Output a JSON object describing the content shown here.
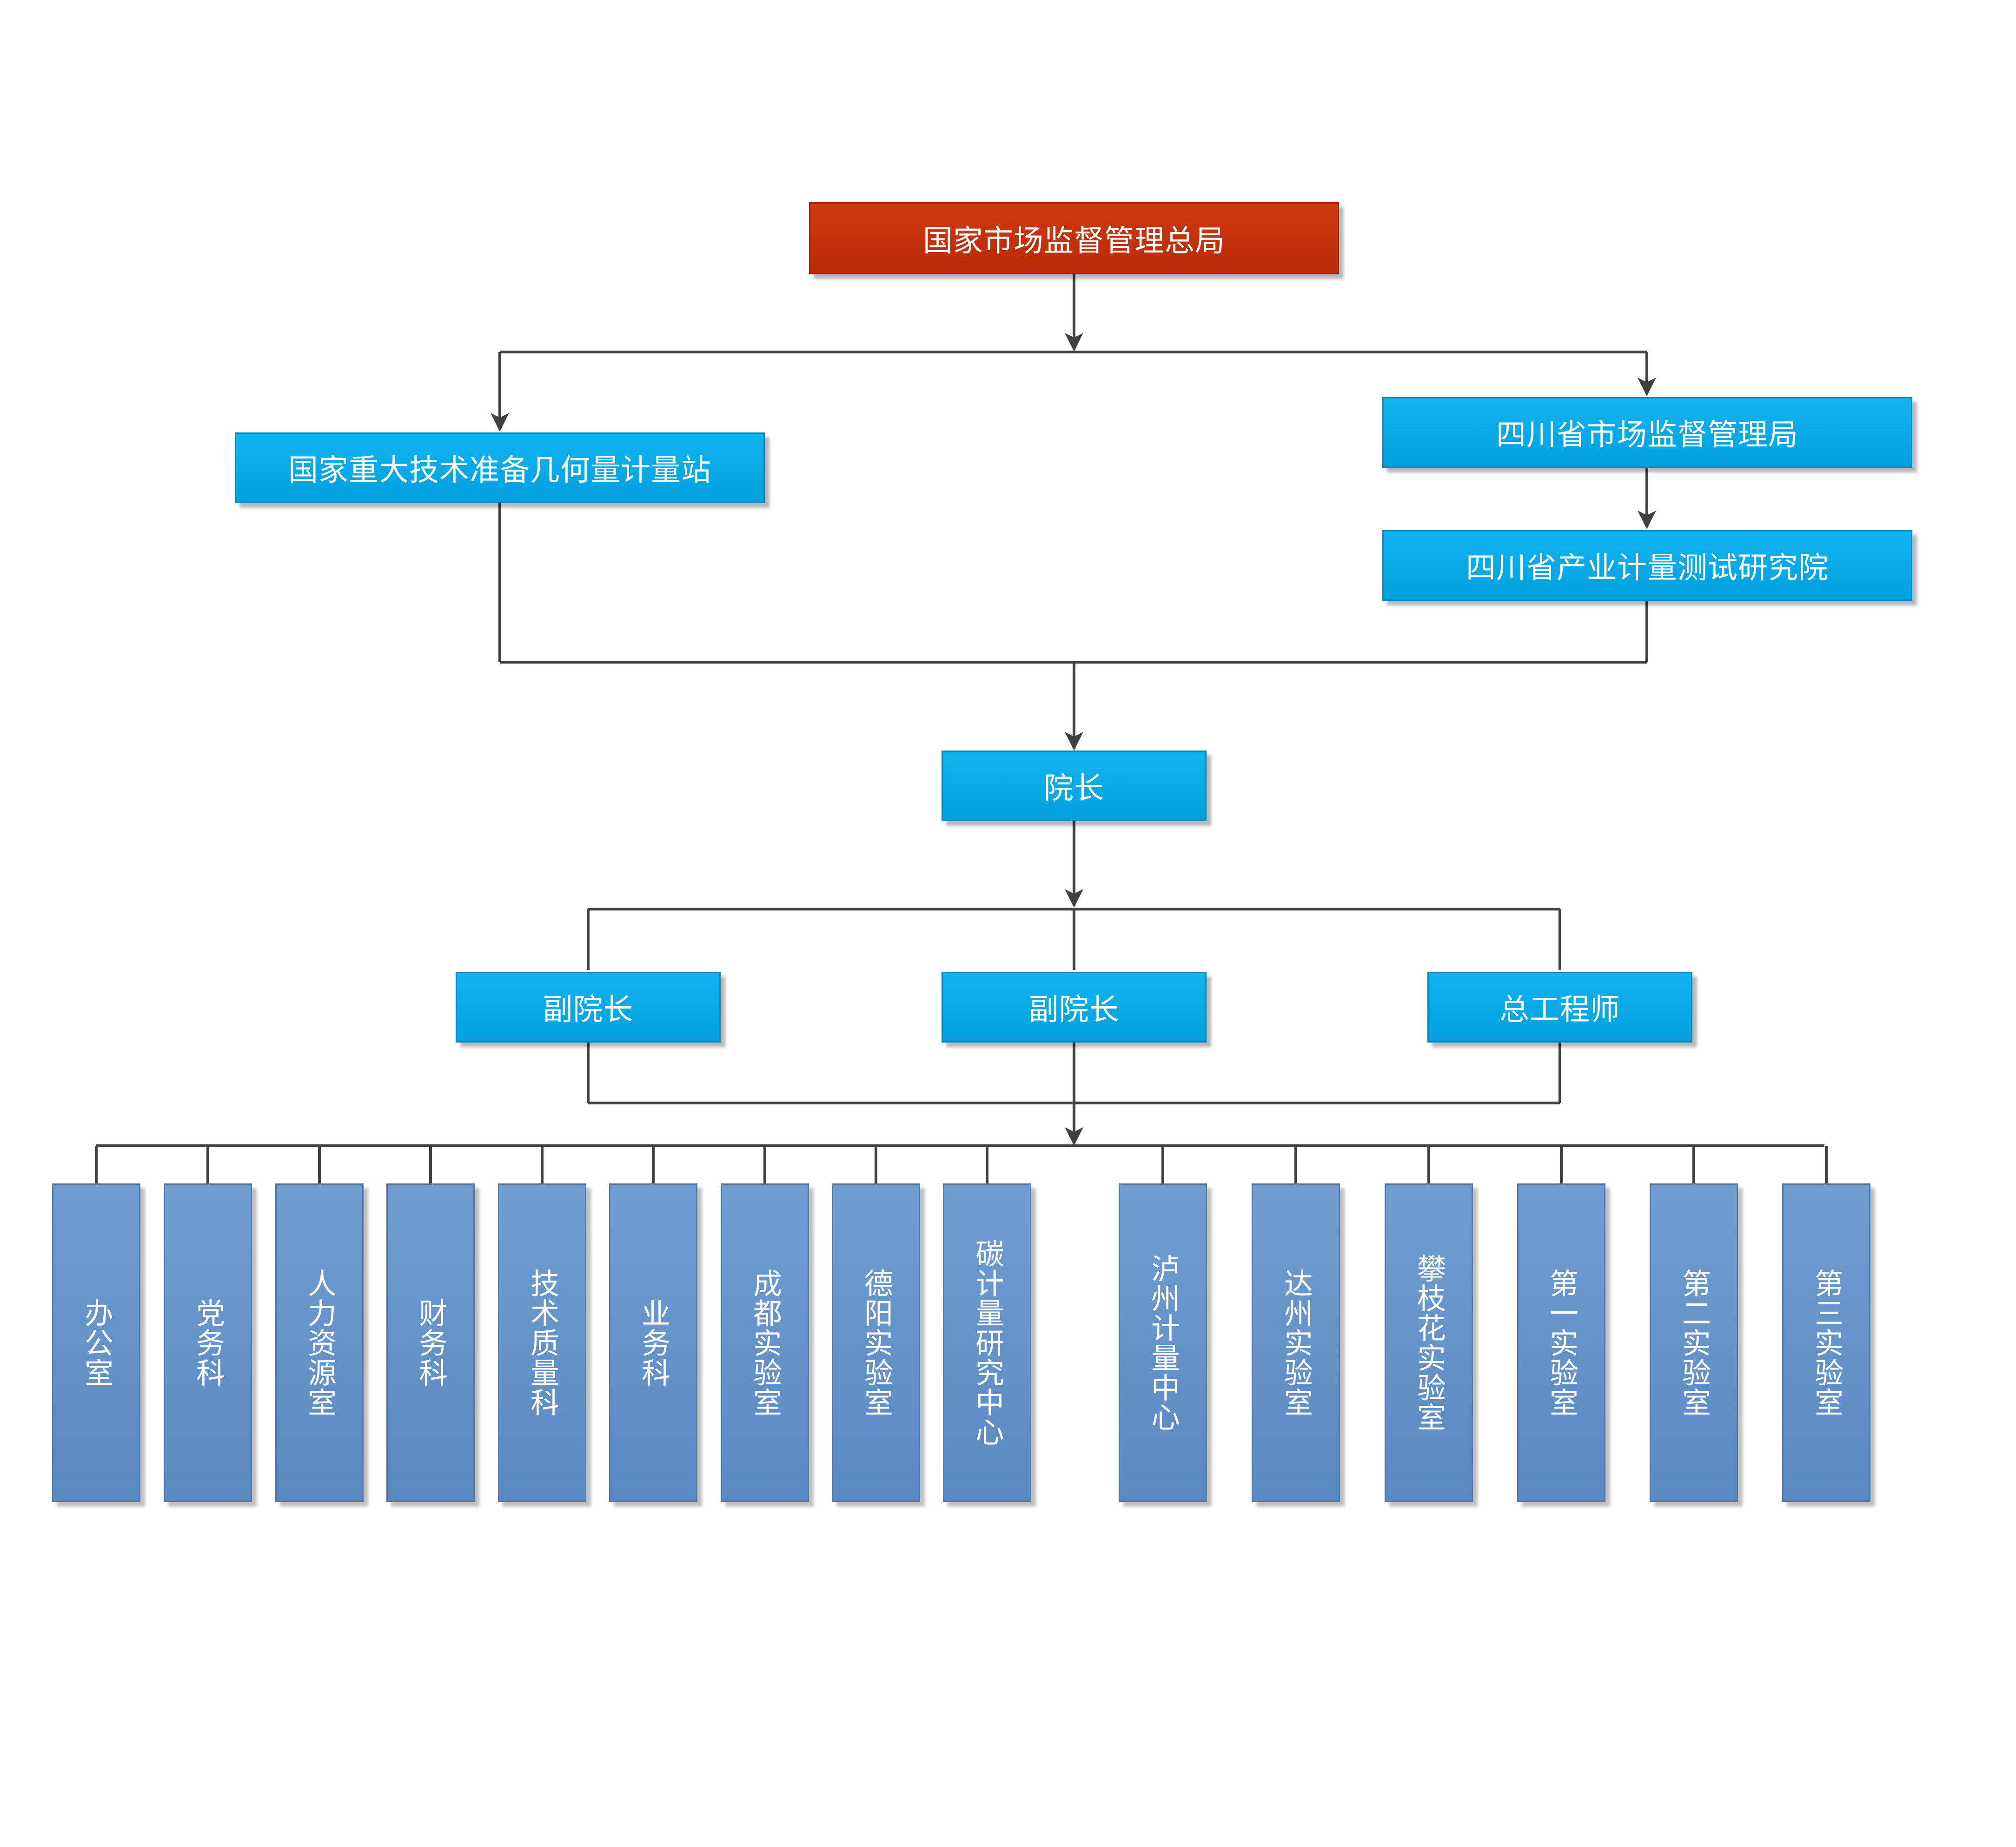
{
  "org": {
    "top": "国家市场监督管理总局",
    "left_branch": "国家重大技术准备几何量计量站",
    "right_branch": "四川省市场监督管理局",
    "institute": "四川省产业计量测试研究院",
    "president": "院长",
    "vice_president_1": "副院长",
    "vice_president_2": "副院长",
    "chief_engineer": "总工程师"
  },
  "departments": [
    "办公室",
    "党务科",
    "人力资源室",
    "财务科",
    "技术质量科",
    "业务科",
    "成都实验室",
    "德阳实验室",
    "碳计量研究中心",
    "泸州计量中心",
    "达州实验室",
    "攀枝花实验室",
    "第一实验室",
    "第二实验室",
    "第三实验室"
  ],
  "colors": {
    "top": "#c12c0a",
    "management": "#03a9e9",
    "department": "#6392c8",
    "connector": "#404040"
  }
}
